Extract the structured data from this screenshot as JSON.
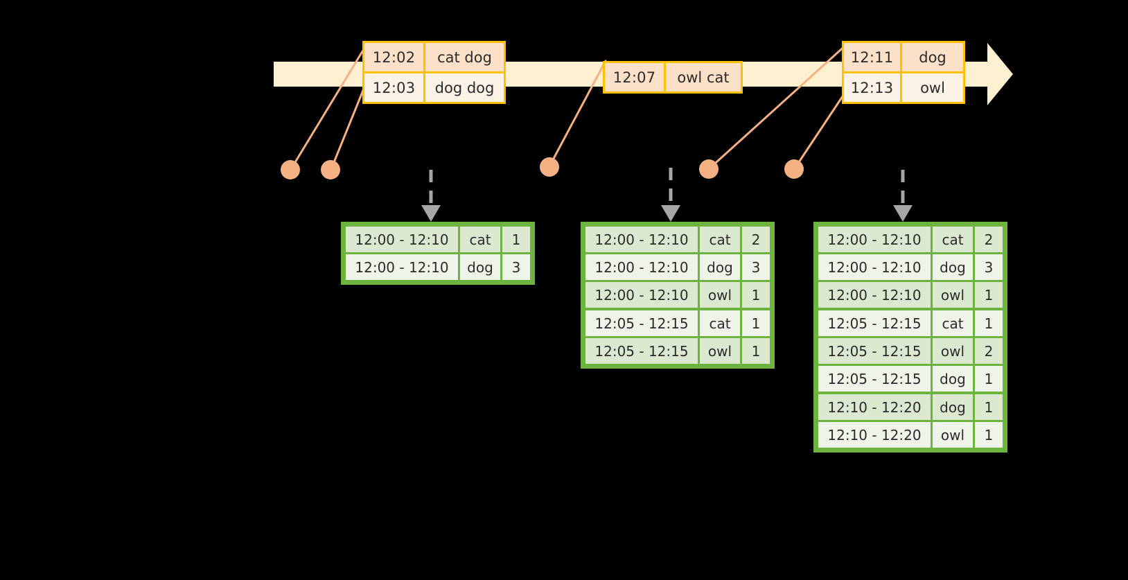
{
  "diagram": {
    "title": "windowed-word-count-timeline",
    "colors": {
      "timeline_fill": "#fcf0d0",
      "event_border": "#ffc000",
      "event_fill_dark": "#fce0c8",
      "event_fill_light": "#fdf2e6",
      "table_border": "#6cb33f",
      "table_fill_dark": "#dce9d0",
      "table_fill_light": "#eef4e9",
      "connector": "#f4b183",
      "dot": "#f4b183",
      "arrow_gray": "#a6a6a6",
      "background": "#000000"
    }
  },
  "timeline": {
    "name": "event-time-axis",
    "arrow_direction": "right",
    "events": [
      {
        "id": "event-group-1",
        "rows": [
          {
            "time": "12:02",
            "words": "cat dog"
          },
          {
            "time": "12:03",
            "words": "dog dog"
          }
        ]
      },
      {
        "id": "event-group-2",
        "rows": [
          {
            "time": "12:07",
            "words": "owl cat"
          }
        ]
      },
      {
        "id": "event-group-3",
        "rows": [
          {
            "time": "12:11",
            "words": "dog"
          },
          {
            "time": "12:13",
            "words": "owl"
          }
        ]
      }
    ]
  },
  "results": [
    {
      "id": "result-table-1",
      "rows": [
        {
          "window": "12:00 - 12:10",
          "word": "cat",
          "count": "1"
        },
        {
          "window": "12:00 - 12:10",
          "word": "dog",
          "count": "3"
        }
      ]
    },
    {
      "id": "result-table-2",
      "rows": [
        {
          "window": "12:00 - 12:10",
          "word": "cat",
          "count": "2"
        },
        {
          "window": "12:00 - 12:10",
          "word": "dog",
          "count": "3"
        },
        {
          "window": "12:00 - 12:10",
          "word": "owl",
          "count": "1"
        },
        {
          "window": "12:05 - 12:15",
          "word": "cat",
          "count": "1"
        },
        {
          "window": "12:05 - 12:15",
          "word": "owl",
          "count": "1"
        }
      ]
    },
    {
      "id": "result-table-3",
      "rows": [
        {
          "window": "12:00 - 12:10",
          "word": "cat",
          "count": "2"
        },
        {
          "window": "12:00 - 12:10",
          "word": "dog",
          "count": "3"
        },
        {
          "window": "12:00 - 12:10",
          "word": "owl",
          "count": "1"
        },
        {
          "window": "12:05 - 12:15",
          "word": "cat",
          "count": "1"
        },
        {
          "window": "12:05 - 12:15",
          "word": "owl",
          "count": "2"
        },
        {
          "window": "12:05 - 12:15",
          "word": "dog",
          "count": "1"
        },
        {
          "window": "12:10 - 12:20",
          "word": "dog",
          "count": "1"
        },
        {
          "window": "12:10 - 12:20",
          "word": "owl",
          "count": "1"
        }
      ]
    }
  ]
}
